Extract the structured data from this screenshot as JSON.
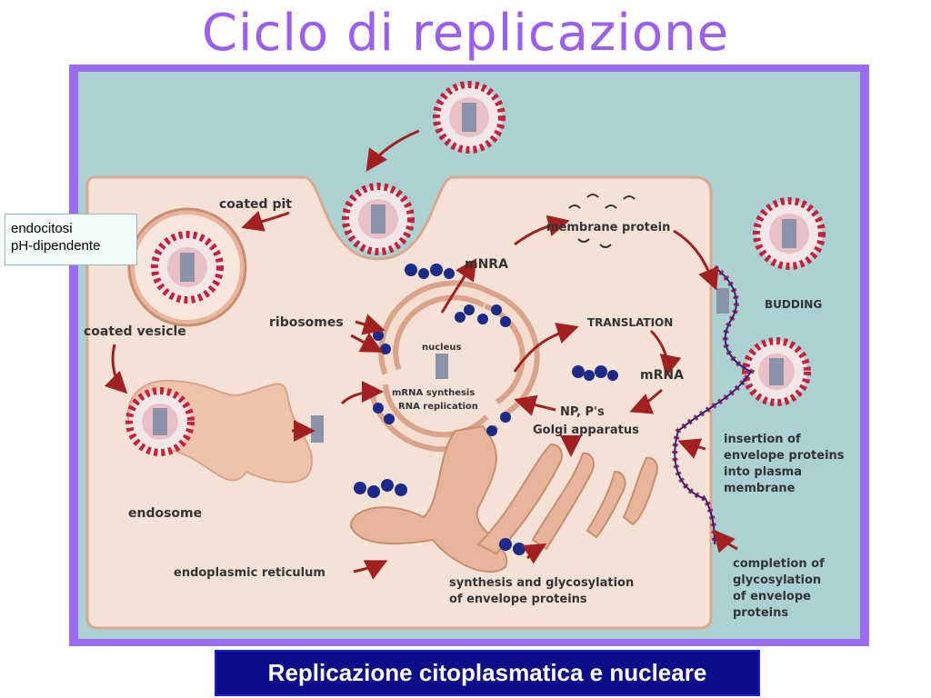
{
  "title": "Ciclo di replicazione",
  "note": {
    "line1": "endocitosi",
    "line2": "pH-dipendente"
  },
  "caption": "Replicazione citoplasmatica e nucleare",
  "labels": {
    "coated_pit": "coated pit",
    "coated_vesicle": "coated vesicle",
    "endosome": "endosome",
    "ribosomes": "ribosomes",
    "mnra": "mNRA",
    "membrane_protein": "membrane protein",
    "translation": "TRANSLATION",
    "mrna": "mRNA",
    "np_ps": "NP, P's",
    "golgi": "Golgi apparatus",
    "budding": "BUDDING",
    "nucleus": "nucleus",
    "mrna_synthesis": "mRNA synthesis",
    "rna_replication": "RNA replication",
    "er": "endoplasmic reticulum",
    "synthesis_1": "synthesis and glycosylation",
    "synthesis_2": "of envelope proteins",
    "insertion_1": "insertion of",
    "insertion_2": "envelope proteins",
    "insertion_3": "into plasma",
    "insertion_4": "membrane",
    "completion_1": "completion of",
    "completion_2": "glycosylation",
    "completion_3": "of envelope",
    "completion_4": "proteins"
  },
  "colors": {
    "title": "#9a5ef0",
    "frame": "#9b6cf2",
    "background": "#abd1d3",
    "cell": "#f4e2d6",
    "membrane": "#e0a990",
    "arrow": "#a32020",
    "protein": "#1c2a8a",
    "virus_red": "#c8203a",
    "caption_bg": "#0d0d8a"
  }
}
